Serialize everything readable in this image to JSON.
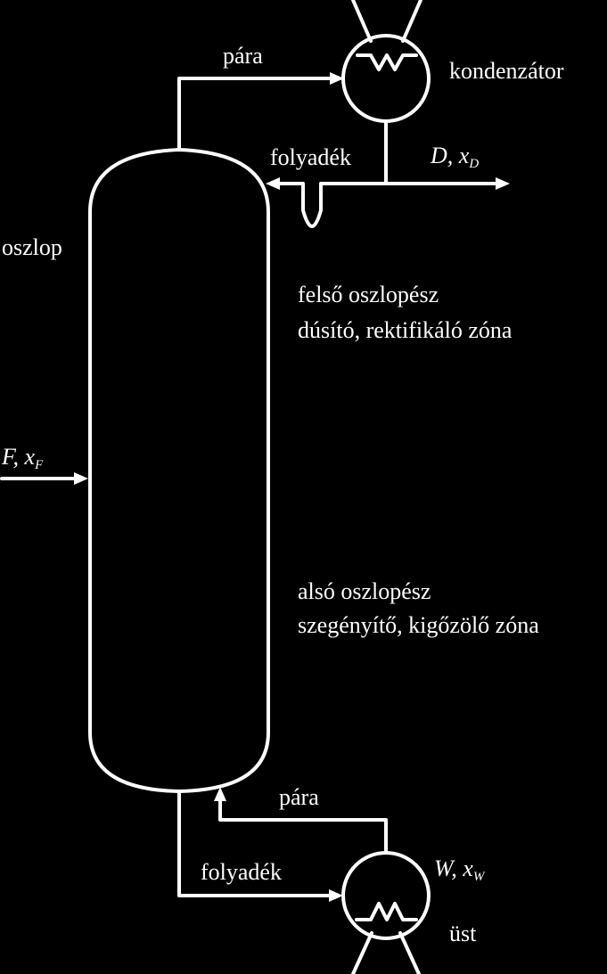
{
  "labels": {
    "top_vapor": "pára",
    "condenser": "kondenzátor",
    "reflux_liquid": "folyadék",
    "distillate_symbol": "D",
    "distillate_comp": "x",
    "distillate_sub": "D",
    "column": "oszlop",
    "upper_title": "felső oszlopész",
    "upper_desc": "dúsító, rektifikáló zóna",
    "feed_symbol": "F",
    "feed_comp": "x",
    "feed_sub": "F",
    "lower_title": "alsó oszlopész",
    "lower_desc": "szegényítő, kigőzölő zóna",
    "bottom_vapor": "pára",
    "bottom_liquid": "folyadék",
    "bottoms_symbol": "W",
    "bottoms_comp": "x",
    "bottoms_sub": "W",
    "reboiler": "üst"
  }
}
